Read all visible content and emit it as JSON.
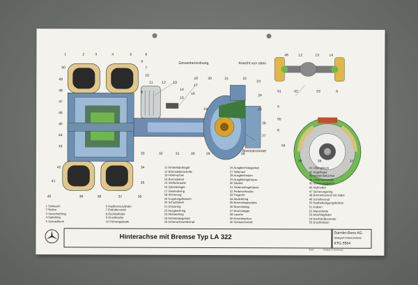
{
  "labels": {
    "gesamtanordnung": "Gesamtanordnung",
    "ansicht": "Ansicht von oben",
    "bremstrommel": "Bremstrommel"
  },
  "title": "Hinterachse mit Bremse Typ LA 322",
  "company": {
    "name": "Daimler-Benz AG.",
    "place": "Stuttgart-Untertürkheim",
    "code": "KTG 5564"
  },
  "footer": {
    "left": "8.64",
    "right": "Printed in Germany"
  },
  "legend": {
    "col1": [
      "1  Schlauch",
      "2  Reifen",
      "3  Verschlußring",
      "4  Sattelring",
      "5  Schutzblech"
    ],
    "col2": [
      "6  Radbremszylinder",
      "7  Entlüfterventil",
      "8  Rückholfeder",
      "9  Druckbacke",
      "10  Führungsplatte"
    ],
    "col3": [
      "11  Hinterfederbügel",
      "12  Bremstellerschelle",
      "13  Hinterachse",
      "14  Bremshebel",
      "15  Stellschraube",
      "16  Zylinderlager",
      "17  Gewindering",
      "18  Sicherung",
      "19  Kupplungsflansch",
      "20  Schutzblech",
      "21  Druckring",
      "22  Ausgleichring",
      "23  Abstandring",
      "24  Antriebskegelrad",
      "25  Hinterachswellenrad"
    ],
    "col4": [
      "26  Ausgleichskegelrad",
      "27  Tellerrad",
      "28  Ausgleichstern",
      "29  Ausgleichgehäuse",
      "30  Deckel",
      "31  Hinterachsgehäuse",
      "32  Federschraube",
      "33  Tragrohr",
      "34  Abdichtring",
      "35  Bremsträgerplatte",
      "36  Bremsbelag",
      "37  Bremsträger",
      "38  Lasche",
      "39  Bremsbacken",
      "40  Schlauchventil"
    ],
    "col5": [
      "41  Ölfangblech",
      "42  Kegellager",
      "43  Abstandsbüchse",
      "44  Hinterachswelle",
      "45  Sicherungsblech",
      "46  Nutmutter",
      "47  Sicherungsring",
      "48  Bremstrommel mit Nabe",
      "49  Scheibenrad",
      "50  Radbefestigungsbolzen",
      "51  Kolben",
      "52  Manschette",
      "53  Anschlagfeder",
      "54  Nachstellexzenter",
      "55  Druckbolzen"
    ]
  },
  "numbers_left": [
    "1",
    "2",
    "3",
    "4",
    "5",
    "6",
    "50",
    "7",
    "49",
    "48",
    "47",
    "46",
    "45",
    "44",
    "43",
    "42",
    "41",
    "40",
    "39",
    "38",
    "37",
    "36",
    "35",
    "34",
    "33",
    "32",
    "31",
    "30",
    "29",
    "28",
    "27",
    "26",
    "25",
    "24",
    "23",
    "22",
    "21",
    "20",
    "19",
    "18",
    "17",
    "16",
    "15",
    "14",
    "13",
    "12",
    "11",
    "10",
    "9",
    "8"
  ],
  "numbers_right": [
    "46",
    "12",
    "13",
    "14",
    "51",
    "52",
    "53",
    "6",
    "8",
    "5",
    "55",
    "54",
    "36",
    "39",
    "37"
  ]
}
